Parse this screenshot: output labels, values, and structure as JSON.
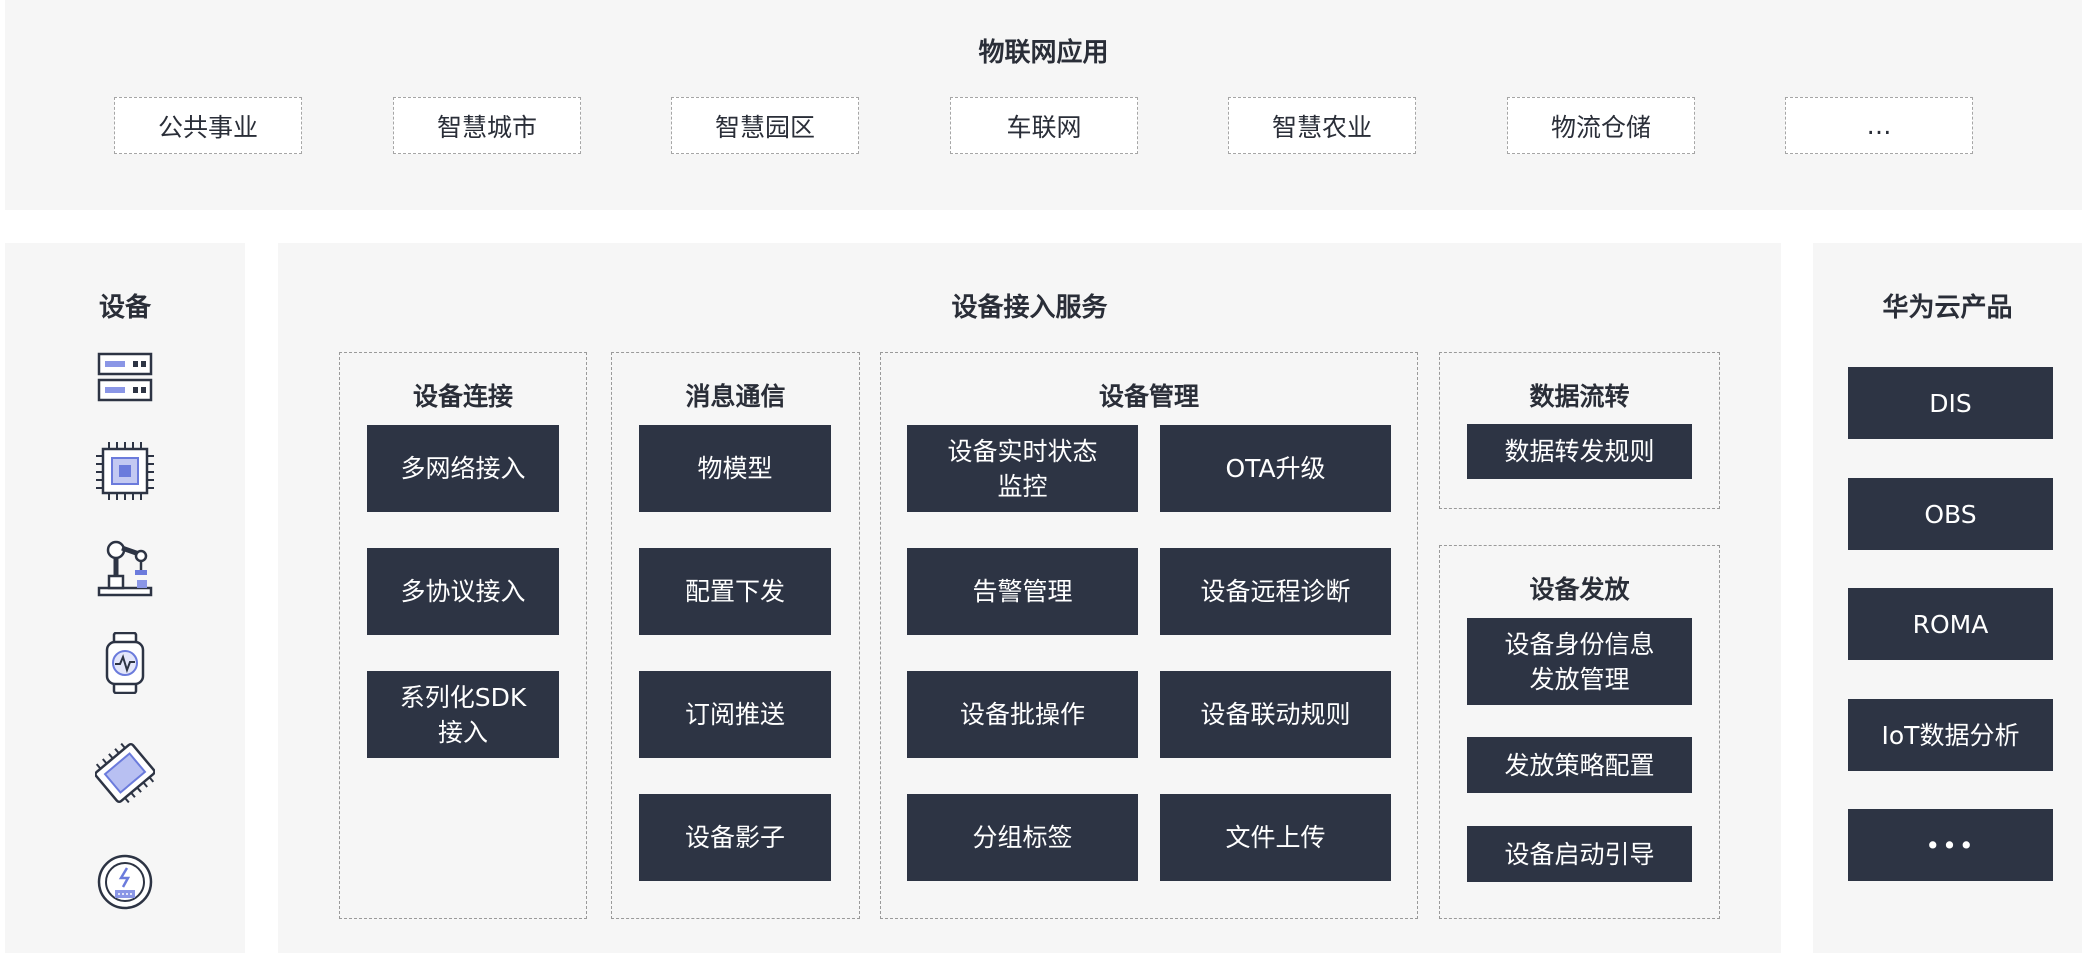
{
  "apps": {
    "title": "物联网应用",
    "items": [
      "公共事业",
      "智慧城市",
      "智慧园区",
      "车联网",
      "智慧农业",
      "物流仓储",
      "…"
    ]
  },
  "devices": {
    "title": "设备",
    "icons": [
      "server-icon",
      "chip-icon",
      "robot-arm-icon",
      "smartwatch-icon",
      "sensor-board-icon",
      "smart-meter-icon"
    ]
  },
  "service": {
    "title": "设备接入服务",
    "connect": {
      "title": "设备连接",
      "items": [
        "多网络接入",
        "多协议接入",
        "系列化SDK\n接入"
      ]
    },
    "message": {
      "title": "消息通信",
      "items": [
        "物模型",
        "配置下发",
        "订阅推送",
        "设备影子"
      ]
    },
    "manage": {
      "title": "设备管理",
      "items": [
        "设备实时状态\n监控",
        "OTA升级",
        "告警管理",
        "设备远程诊断",
        "设备批操作",
        "设备联动规则",
        "分组标签",
        "文件上传"
      ]
    },
    "flow": {
      "title": "数据流转",
      "items": [
        "数据转发规则"
      ]
    },
    "provision": {
      "title": "设备发放",
      "items": [
        "设备身份信息\n发放管理",
        "发放策略配置",
        "设备启动引导"
      ]
    }
  },
  "cloud": {
    "title": "华为云产品",
    "items": [
      "DIS",
      "OBS",
      "ROMA",
      "IoT数据分析",
      "•••"
    ]
  },
  "colors": {
    "panel": "#f6f6f6",
    "dark_box": "#2d3444",
    "border": "#9a9a9a",
    "accent": "#6b7bdc"
  }
}
